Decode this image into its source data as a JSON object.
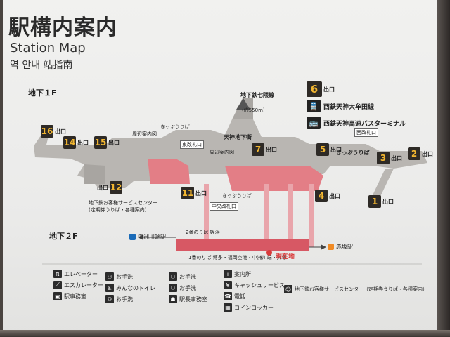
{
  "header": {
    "title_jp": "駅構内案内",
    "title_en": "Station Map",
    "title_ko": "역 안내  站指南"
  },
  "floors": {
    "b1": "地下１F",
    "b2": "地下２F"
  },
  "exits": [
    {
      "num": "16",
      "label": "出口"
    },
    {
      "num": "14",
      "label": "出口"
    },
    {
      "num": "15",
      "label": "出口"
    },
    {
      "num": "12",
      "label": "出口"
    },
    {
      "num": "11",
      "label": "出口"
    },
    {
      "num": "7",
      "label": "出口"
    },
    {
      "num": "6",
      "label": "出口"
    },
    {
      "num": "5",
      "label": "出口"
    },
    {
      "num": "4",
      "label": "出口"
    },
    {
      "num": "3",
      "label": "出口"
    },
    {
      "num": "2",
      "label": "出口"
    },
    {
      "num": "1",
      "label": "出口"
    }
  ],
  "lines": {
    "nanakuma": "地下鉄七隈線",
    "nanakuma_dist": "(約550m)",
    "omuta": "西鉄天神大牟田線",
    "bus": "西鉄天神高速バスターミナル"
  },
  "labels": {
    "kippu1": "きっぷうりば",
    "kippu2": "きっぷうりば",
    "kippu3": "きっぷうりば",
    "area_info": "周辺案内図",
    "area_info2": "周辺案内図",
    "east_gate": "東改札口",
    "west_gate": "西改札口",
    "central_gate": "中央改札口",
    "tenjin_chika": "天神地下街",
    "service_center": "地下鉄お客様サービスセンター",
    "service_center_sub": "(定期券うりば・各種案内)",
    "platform2": "2番のりば  姪浜",
    "platform1": "1番のりば  博多・福岡空港・中洲川端・貝塚",
    "nakasu": "中洲川端駅",
    "akasaka": "赤坂駅",
    "here": "現在地"
  },
  "legend": [
    {
      "icon": "elevator-icon",
      "glyph": "⇅",
      "label": "エレベーター"
    },
    {
      "icon": "escalator-icon",
      "glyph": "⟋",
      "label": "エスカレーター"
    },
    {
      "icon": "accessible-toilet-icon",
      "glyph": "♿",
      "label": "みんなのトイレ"
    },
    {
      "icon": "toilet-icon",
      "glyph": "⚇",
      "label": "お手洗"
    },
    {
      "icon": "info-icon",
      "glyph": "i",
      "label": "案内所"
    },
    {
      "icon": "cash-icon",
      "glyph": "¥",
      "label": "キャッシュサービス"
    },
    {
      "icon": "phone-icon",
      "glyph": "☎",
      "label": "電話"
    },
    {
      "icon": "locker-icon",
      "glyph": "▦",
      "label": "コインロッカー"
    },
    {
      "icon": "service-icon",
      "glyph": "☺",
      "label": "地下鉄お客様サービスセンター（定期券うりば・各種案内）"
    },
    {
      "icon": "toilet2-icon",
      "glyph": "⚇",
      "label": "お手洗"
    },
    {
      "icon": "office-icon",
      "glyph": "▣",
      "label": "駅事務室"
    },
    {
      "icon": "toilet3-icon",
      "glyph": "⚇",
      "label": "お手洗"
    },
    {
      "icon": "staff-icon",
      "glyph": "☗",
      "label": "駅長事務室"
    },
    {
      "icon": "toilet4-icon",
      "glyph": "⚇",
      "label": "お手洗"
    }
  ],
  "colors": {
    "corridor": "#b9b6b2",
    "concourse": "#9f9c98",
    "paid_area": "#e37e86",
    "platform": "#d75864",
    "exit_bg": "#2e2a26",
    "exit_fg": "#f2b630"
  }
}
